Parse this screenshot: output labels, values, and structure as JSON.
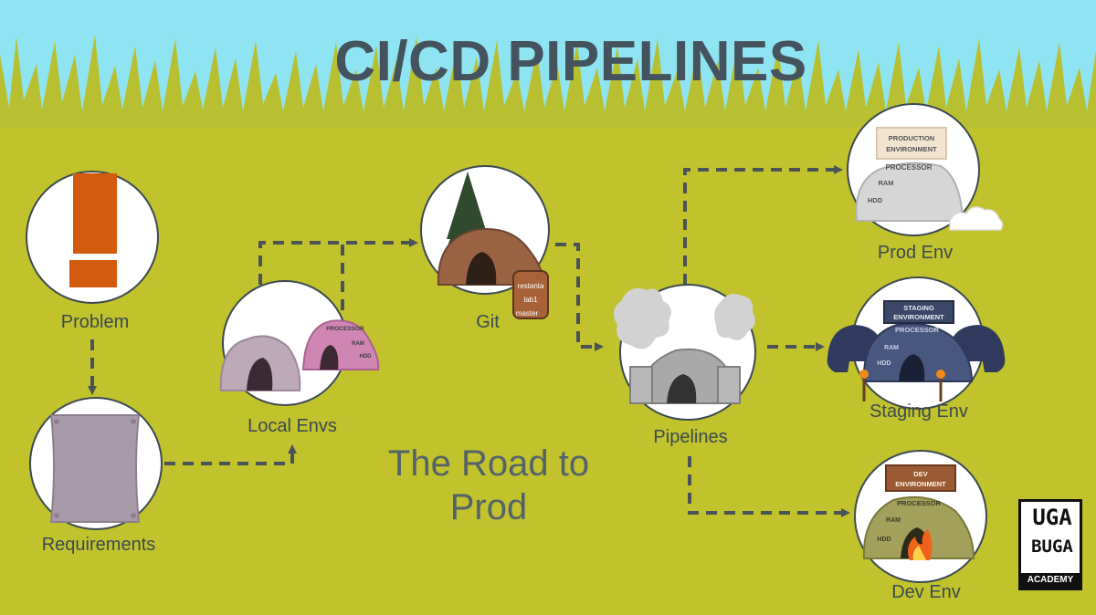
{
  "title": "CI/CD PIPELINES",
  "subtitle_line1": "The Road to",
  "subtitle_line2": "Prod",
  "nodes": {
    "problem": "Problem",
    "requirements": "Requirements",
    "local_envs": "Local Envs",
    "git": "Git",
    "pipelines": "Pipelines",
    "prod_env": "Prod Env",
    "staging_env": "Staging Env",
    "dev_env": "Dev Env"
  },
  "cave_labels": {
    "processor": "PROCESSOR",
    "ram": "RAM",
    "hdd": "HDD",
    "prod_sign_1": "PRODUCTION",
    "prod_sign_2": "ENVIRONMENT",
    "staging_sign_1": "STAGING",
    "staging_sign_2": "ENVIRONMENT",
    "dev_sign_1": "DEV",
    "dev_sign_2": "ENVIRONMENT"
  },
  "git_branches": [
    "restanta",
    "lab1",
    "master"
  ],
  "logo": {
    "line1": "UGA",
    "line2": "BUGA",
    "line3": "ACADEMY"
  },
  "colors": {
    "sky": "#8fe4f2",
    "grass": "#c1c22c",
    "title": "#44535d",
    "arrow": "#4a5358",
    "alert": "#d25b10",
    "scroll": "#a89aa8"
  }
}
